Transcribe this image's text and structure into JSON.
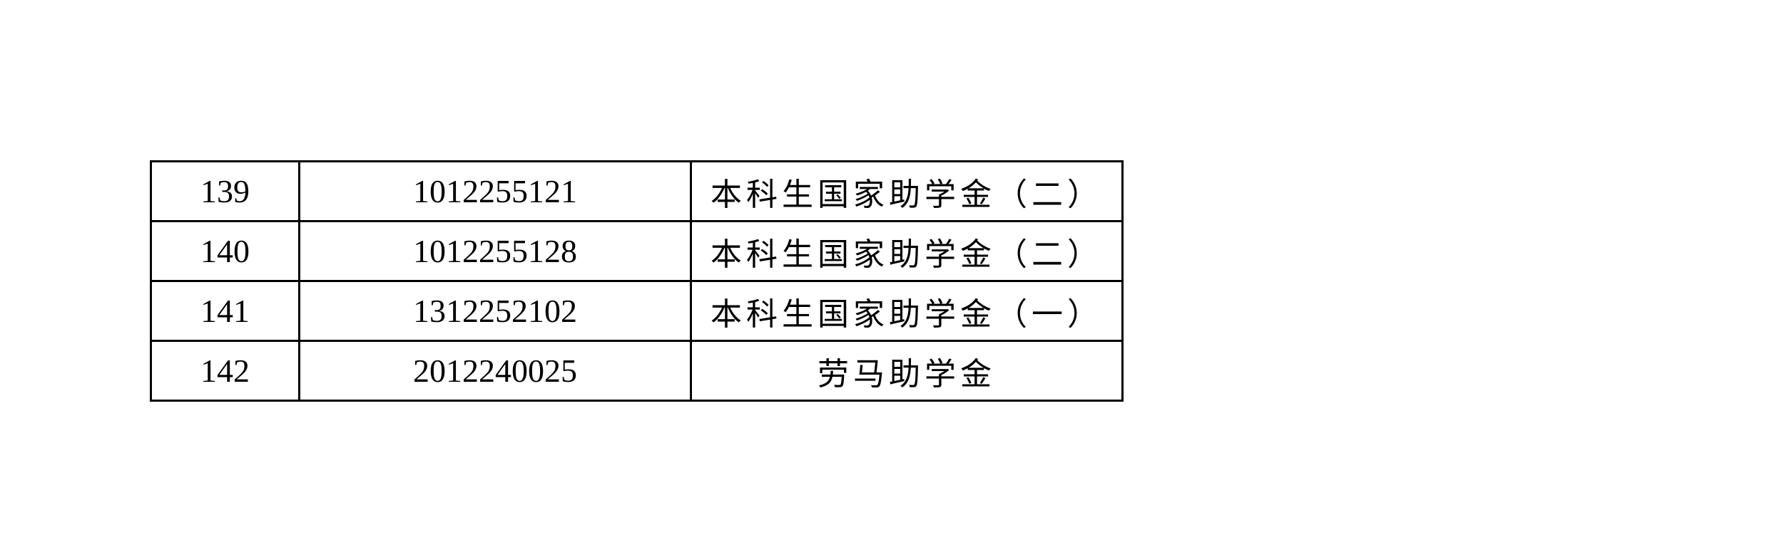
{
  "rows": [
    {
      "index": "139",
      "student_id": "1012255121",
      "award": "本科生国家助学金（二）"
    },
    {
      "index": "140",
      "student_id": "1012255128",
      "award": "本科生国家助学金（二）"
    },
    {
      "index": "141",
      "student_id": "1312252102",
      "award": "本科生国家助学金（一）"
    },
    {
      "index": "142",
      "student_id": "2012240025",
      "award": "劳马助学金"
    }
  ]
}
